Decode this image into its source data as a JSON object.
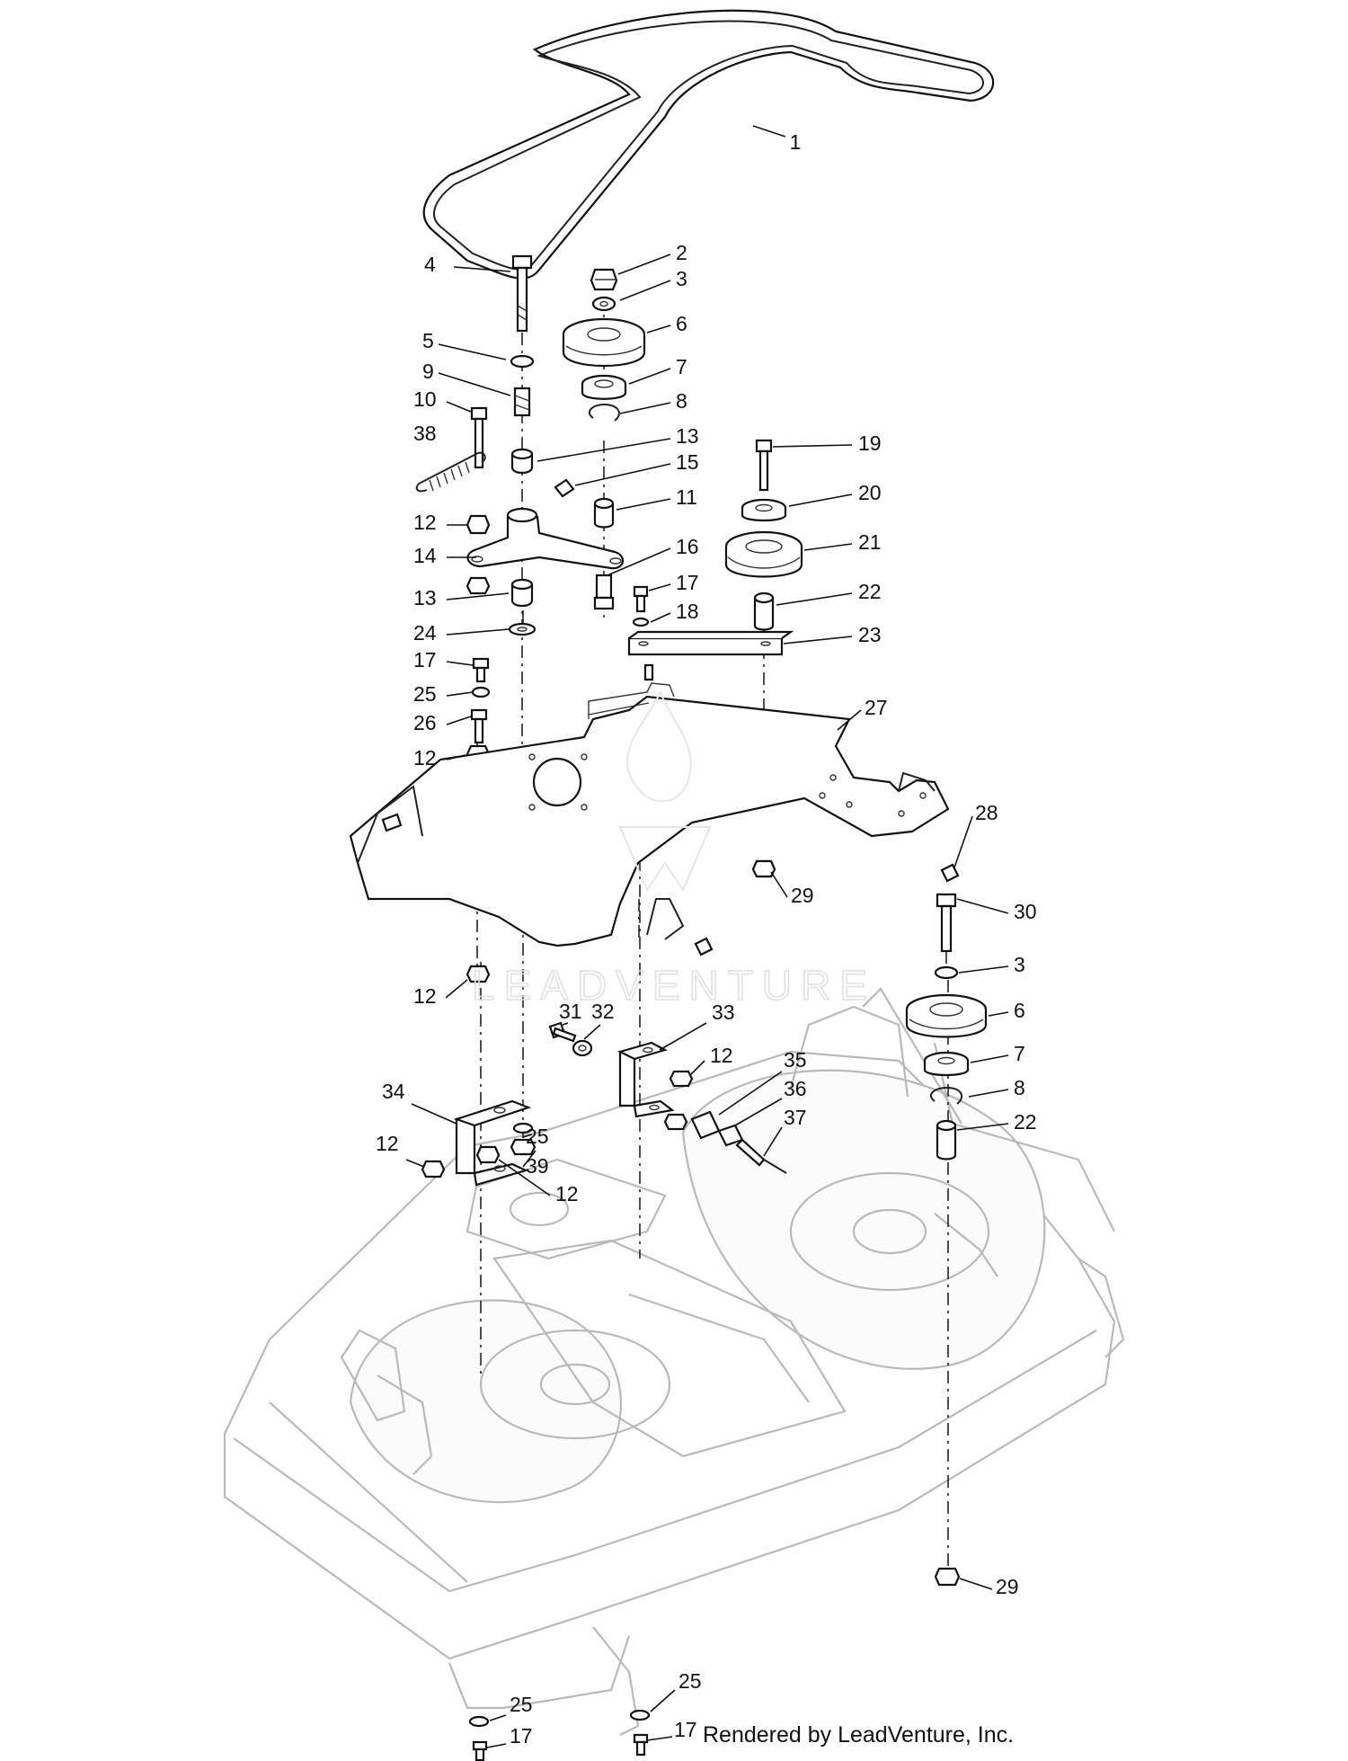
{
  "diagram": {
    "callouts": [
      "1",
      "2",
      "3",
      "4",
      "5",
      "6",
      "7",
      "8",
      "9",
      "10",
      "38",
      "13",
      "15",
      "19",
      "20",
      "11",
      "12",
      "21",
      "14",
      "16",
      "13",
      "17",
      "22",
      "24",
      "18",
      "23",
      "17",
      "25",
      "26",
      "12",
      "27",
      "28",
      "29",
      "30",
      "3",
      "12",
      "31",
      "32",
      "33",
      "6",
      "12",
      "7",
      "35",
      "34",
      "36",
      "8",
      "37",
      "25",
      "12",
      "22",
      "39",
      "12",
      "29",
      "25",
      "25",
      "17",
      "17"
    ],
    "watermark": "LEADVENTURE",
    "credit": "Rendered by LeadVenture, Inc."
  }
}
